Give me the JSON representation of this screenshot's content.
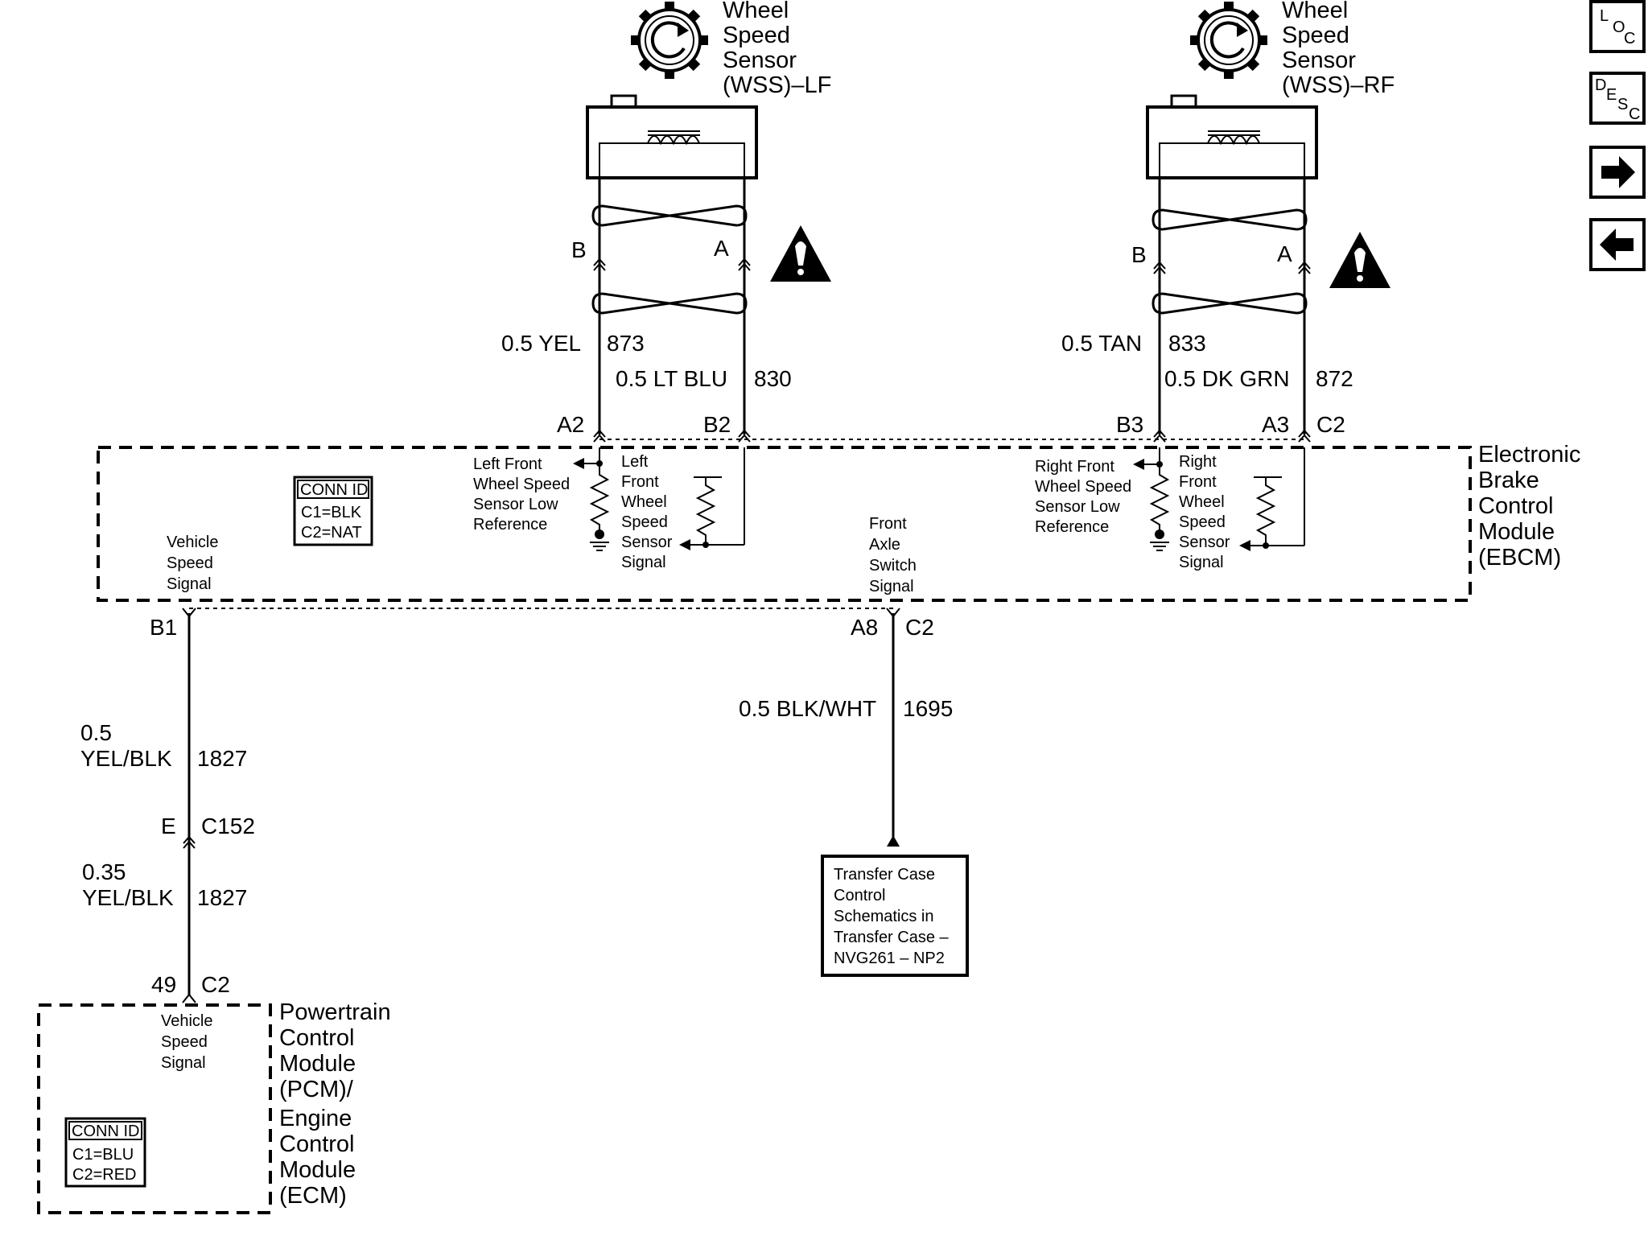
{
  "nav": {
    "loc": {
      "l": "L",
      "o": "O",
      "c": "C"
    },
    "desc": {
      "d": "D",
      "e": "E",
      "s": "S",
      "c": "C"
    },
    "next_icon": "arrow-right-icon",
    "prev_icon": "arrow-left-icon"
  },
  "lf": {
    "title": [
      "Wheel",
      "Speed",
      "Sensor",
      "(WSS)–LF"
    ],
    "term_b": "B",
    "term_a": "A",
    "wire1_gauge": "0.5 YEL",
    "wire1_circuit": "873",
    "wire2_gauge": "0.5 LT BLU",
    "wire2_circuit": "830",
    "pin1": "A2",
    "pin2": "B2",
    "ref_label": [
      "Left Front",
      "Wheel Speed",
      "Sensor Low",
      "Reference"
    ],
    "sig_label": [
      "Left",
      "Front",
      "Wheel",
      "Speed",
      "Sensor",
      "Signal"
    ]
  },
  "rf": {
    "title": [
      "Wheel",
      "Speed",
      "Sensor",
      "(WSS)–RF"
    ],
    "term_b": "B",
    "term_a": "A",
    "wire1_gauge": "0.5 TAN",
    "wire1_circuit": "833",
    "wire2_gauge": "0.5 DK GRN",
    "wire2_circuit": "872",
    "pin1": "B3",
    "pin2": "A3",
    "conn": "C2",
    "ref_label": [
      "Right Front",
      "Wheel Speed",
      "Sensor Low",
      "Reference"
    ],
    "sig_label": [
      "Right",
      "Front",
      "Wheel",
      "Speed",
      "Sensor",
      "Signal"
    ]
  },
  "ebcm": {
    "name": [
      "Electronic",
      "Brake",
      "Control",
      "Module",
      "(EBCM)"
    ],
    "conn_id": {
      "title": "CONN ID",
      "c1": "C1=BLK",
      "c2": "C2=NAT"
    },
    "vss_label": [
      "Vehicle",
      "Speed",
      "Signal"
    ],
    "fas_label": [
      "Front",
      "Axle",
      "Switch",
      "Signal"
    ]
  },
  "vss": {
    "pin_top": "B1",
    "wire1_gauge": [
      "0.5",
      "YEL/BLK"
    ],
    "wire1_circuit": "1827",
    "conn_pin": "E",
    "conn_name": "C152",
    "wire2_gauge": [
      "0.35",
      "YEL/BLK"
    ],
    "wire2_circuit": "1827",
    "pin_bottom": "49",
    "pin_bottom_conn": "C2"
  },
  "fas": {
    "pin": "A8",
    "conn": "C2",
    "wire_gauge": "0.5 BLK/WHT",
    "wire_circuit": "1695",
    "ref_box": [
      "Transfer Case",
      "Control",
      "Schematics in",
      "Transfer Case –",
      "NVG261 – NP2"
    ]
  },
  "pcm": {
    "name": [
      "Powertrain",
      "Control",
      "Module",
      "(PCM)/",
      "Engine",
      "Control",
      "Module",
      "(ECM)"
    ],
    "vss_label": [
      "Vehicle",
      "Speed",
      "Signal"
    ],
    "conn_id": {
      "title": "CONN ID",
      "c1": "C1=BLU",
      "c2": "C2=RED"
    }
  }
}
